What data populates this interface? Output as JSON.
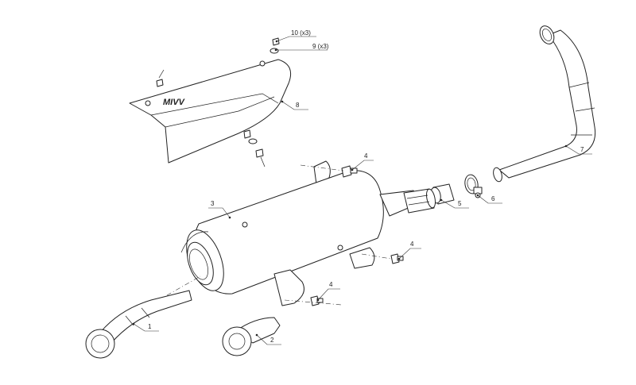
{
  "callouts": [
    {
      "id": "p1",
      "label": "1"
    },
    {
      "id": "p2",
      "label": "2"
    },
    {
      "id": "p3",
      "label": "3"
    },
    {
      "id": "p4a",
      "label": "4"
    },
    {
      "id": "p4b",
      "label": "4"
    },
    {
      "id": "p4c",
      "label": "4"
    },
    {
      "id": "p5",
      "label": "5"
    },
    {
      "id": "p6",
      "label": "6"
    },
    {
      "id": "p7",
      "label": "7"
    },
    {
      "id": "p8",
      "label": "8"
    },
    {
      "id": "p9",
      "label": "9 (x3)"
    },
    {
      "id": "p10",
      "label": "10 (x3)"
    }
  ],
  "logo": "MIVV"
}
